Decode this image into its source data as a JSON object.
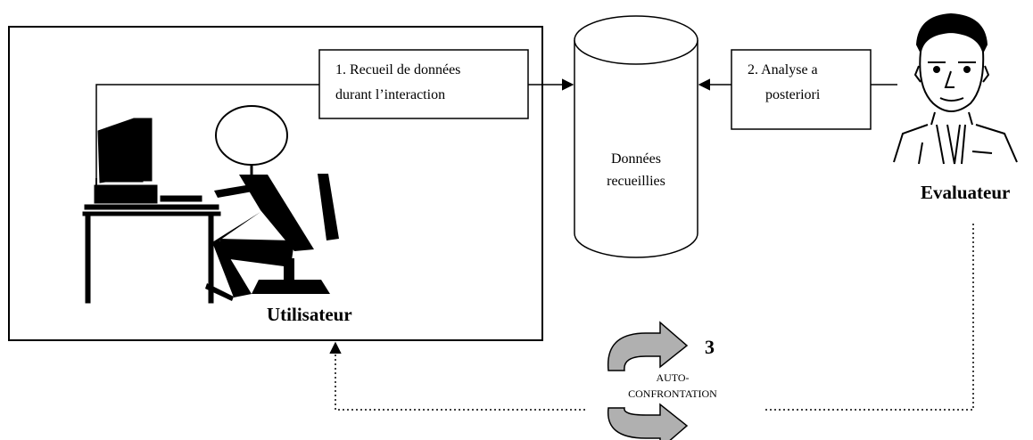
{
  "step1": {
    "line1": "1. Recueil de données",
    "line2": "durant l’interaction"
  },
  "step2": {
    "line1": "2. Analyse a",
    "line2": "posteriori"
  },
  "database": {
    "line1": "Données",
    "line2": "recueillies"
  },
  "user_label": "Utilisateur",
  "evaluator_label": "Evaluateur",
  "step3": {
    "number": "3",
    "line1": "AUTO-",
    "line2": "CONFRONTATION"
  },
  "colors": {
    "ink": "#000000",
    "arrow_fill": "#b0b0b0"
  }
}
